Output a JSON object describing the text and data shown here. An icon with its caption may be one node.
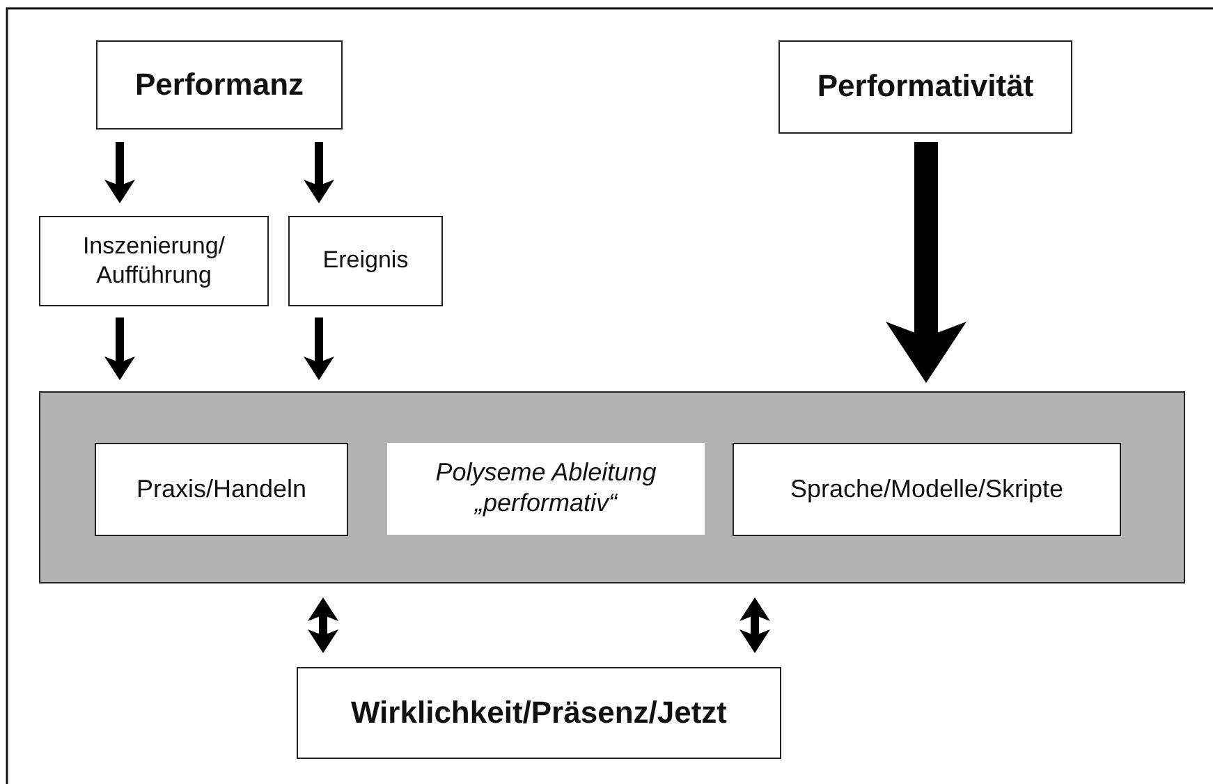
{
  "diagram": {
    "nodes": [
      {
        "text": [
          "Performanz"
        ]
      },
      {
        "text": [
          "Performativität"
        ]
      },
      {
        "text": [
          "Inszenierung/ Aufführung"
        ]
      },
      {
        "text": [
          "Ereignis"
        ]
      },
      {
        "text": [],
        "shape": "box"
      },
      {
        "text": [
          "Praxis/Handeln"
        ],
        "in": 4
      },
      {
        "text": [
          "Polyseme Ableitung „performativ“"
        ],
        "in": 4
      },
      {
        "text": [
          "Sprache/Modelle/Skripte"
        ],
        "in": 4
      },
      {
        "text": [
          "Wirklichkeit/Präsenz/Jetzt"
        ]
      }
    ],
    "edges": [
      {
        "from": 0,
        "to": 2,
        "arrow": "to"
      },
      {
        "from": 0,
        "to": 3,
        "arrow": "to"
      },
      {
        "from": 2,
        "to": 4,
        "arrow": "to"
      },
      {
        "from": 3,
        "to": 4,
        "arrow": "to"
      },
      {
        "from": 1,
        "to": 4,
        "arrow": "to",
        "style": "thick"
      },
      {
        "from": 4,
        "to": 8,
        "arrow": "both"
      },
      {
        "from": 4,
        "to": 8,
        "arrow": "both"
      }
    ]
  }
}
